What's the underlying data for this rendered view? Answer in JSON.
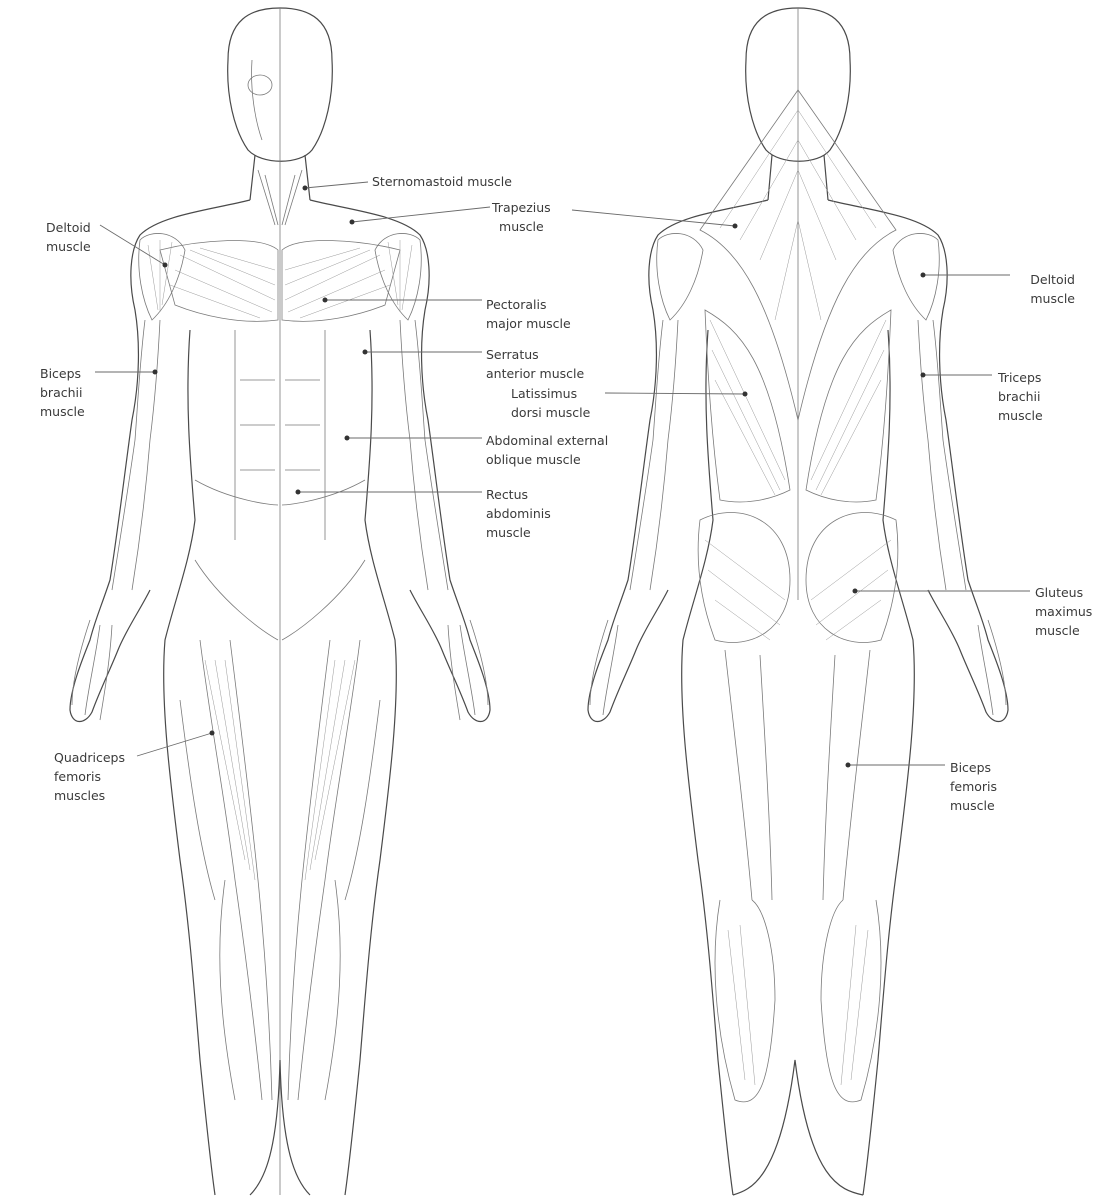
{
  "colors": {
    "line": "#4a4a4a",
    "text": "#3a3a3a",
    "background": "#ffffff"
  },
  "front_view": {
    "labels": [
      {
        "id": "sternomastoid",
        "lines": [
          "Sternomastoid muscle"
        ]
      },
      {
        "id": "deltoid",
        "lines": [
          "Deltoid",
          "muscle"
        ]
      },
      {
        "id": "pectoralis",
        "lines": [
          "Pectoralis",
          "major muscle"
        ]
      },
      {
        "id": "serratus",
        "lines": [
          "Serratus",
          "anterior muscle"
        ]
      },
      {
        "id": "biceps-brachii",
        "lines": [
          "Biceps",
          "brachii",
          "muscle"
        ]
      },
      {
        "id": "abdominal-oblique",
        "lines": [
          "Abdominal external",
          "oblique muscle"
        ]
      },
      {
        "id": "rectus",
        "lines": [
          "Rectus",
          "abdominis",
          "muscle"
        ]
      },
      {
        "id": "quadriceps",
        "lines": [
          "Quadriceps",
          "femoris",
          "muscles"
        ]
      }
    ]
  },
  "back_view": {
    "labels": [
      {
        "id": "trapezius",
        "lines": [
          "Trapezius",
          "muscle"
        ]
      },
      {
        "id": "latissimus",
        "lines": [
          "Latissimus",
          "dorsi muscle"
        ]
      },
      {
        "id": "deltoid",
        "lines": [
          "Deltoid",
          "muscle"
        ]
      },
      {
        "id": "triceps",
        "lines": [
          "Triceps",
          "brachii",
          "muscle"
        ]
      },
      {
        "id": "gluteus",
        "lines": [
          "Gluteus",
          "maximus",
          "muscle"
        ]
      },
      {
        "id": "biceps-femoris",
        "lines": [
          "Biceps",
          "femoris",
          "muscle"
        ]
      }
    ]
  }
}
